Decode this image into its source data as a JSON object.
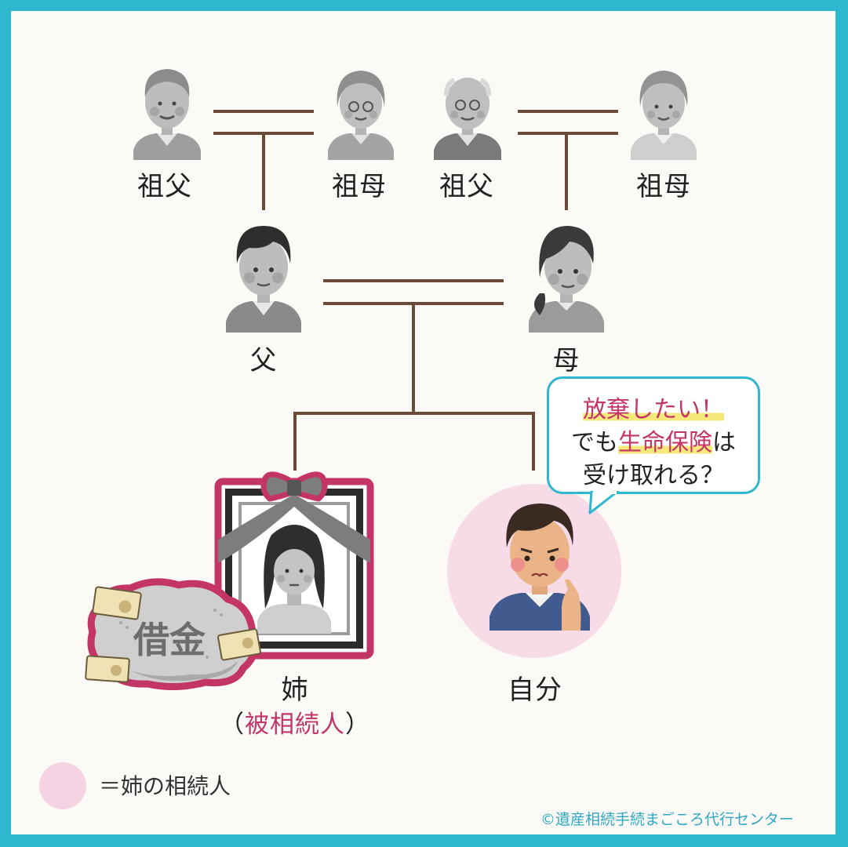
{
  "people": {
    "grandfather_paternal": "祖父",
    "grandmother_paternal": "祖母",
    "grandfather_maternal": "祖父",
    "grandmother_maternal": "祖母",
    "father": "父",
    "mother": "母",
    "sister": "姉",
    "sister_role_open": "（",
    "sister_role": "被相続人",
    "sister_role_close": "）",
    "self": "自分"
  },
  "debt_label": "借金",
  "bubble": {
    "line1": "放棄したい！",
    "line2_prefix": "でも",
    "line2_highlight": "生命保険",
    "line2_suffix": "は",
    "line3": "受け取れる？"
  },
  "legend": {
    "text": "＝姉の相続人",
    "color": "#f6d3e2"
  },
  "credit": "©遺産相続手続まごころ代行センター",
  "colors": {
    "frame": "#2fb7cf",
    "line": "#6b4a3a",
    "accent": "#c43567",
    "highlight": "#f6e87b"
  }
}
